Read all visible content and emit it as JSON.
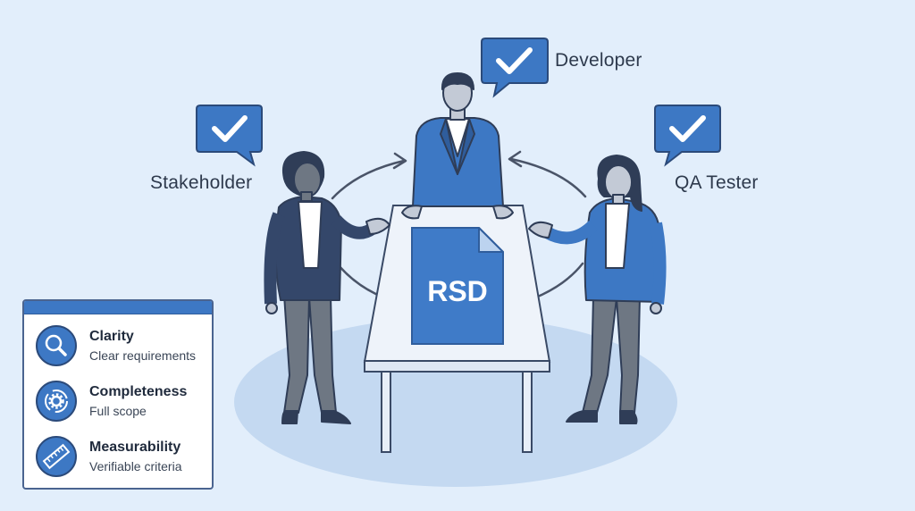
{
  "document": {
    "label": "RSD"
  },
  "roles": {
    "developer": "Developer",
    "stakeholder": "Stakeholder",
    "qa_tester": "QA Tester"
  },
  "legend": {
    "items": [
      {
        "title": "Clarity",
        "desc": "Clear requirements",
        "icon": "magnifier-icon"
      },
      {
        "title": "Completeness",
        "desc": "Full scope",
        "icon": "gear-cycle-icon"
      },
      {
        "title": "Measurability",
        "desc": "Verifiable criteria",
        "icon": "ruler-icon"
      }
    ]
  },
  "colors": {
    "background": "#e2eefb",
    "accent_blue": "#3d78c4",
    "dark_navy": "#34476a",
    "outline": "#2f3d57",
    "skin": "#c3cad6",
    "trousers": "#6e7783"
  }
}
